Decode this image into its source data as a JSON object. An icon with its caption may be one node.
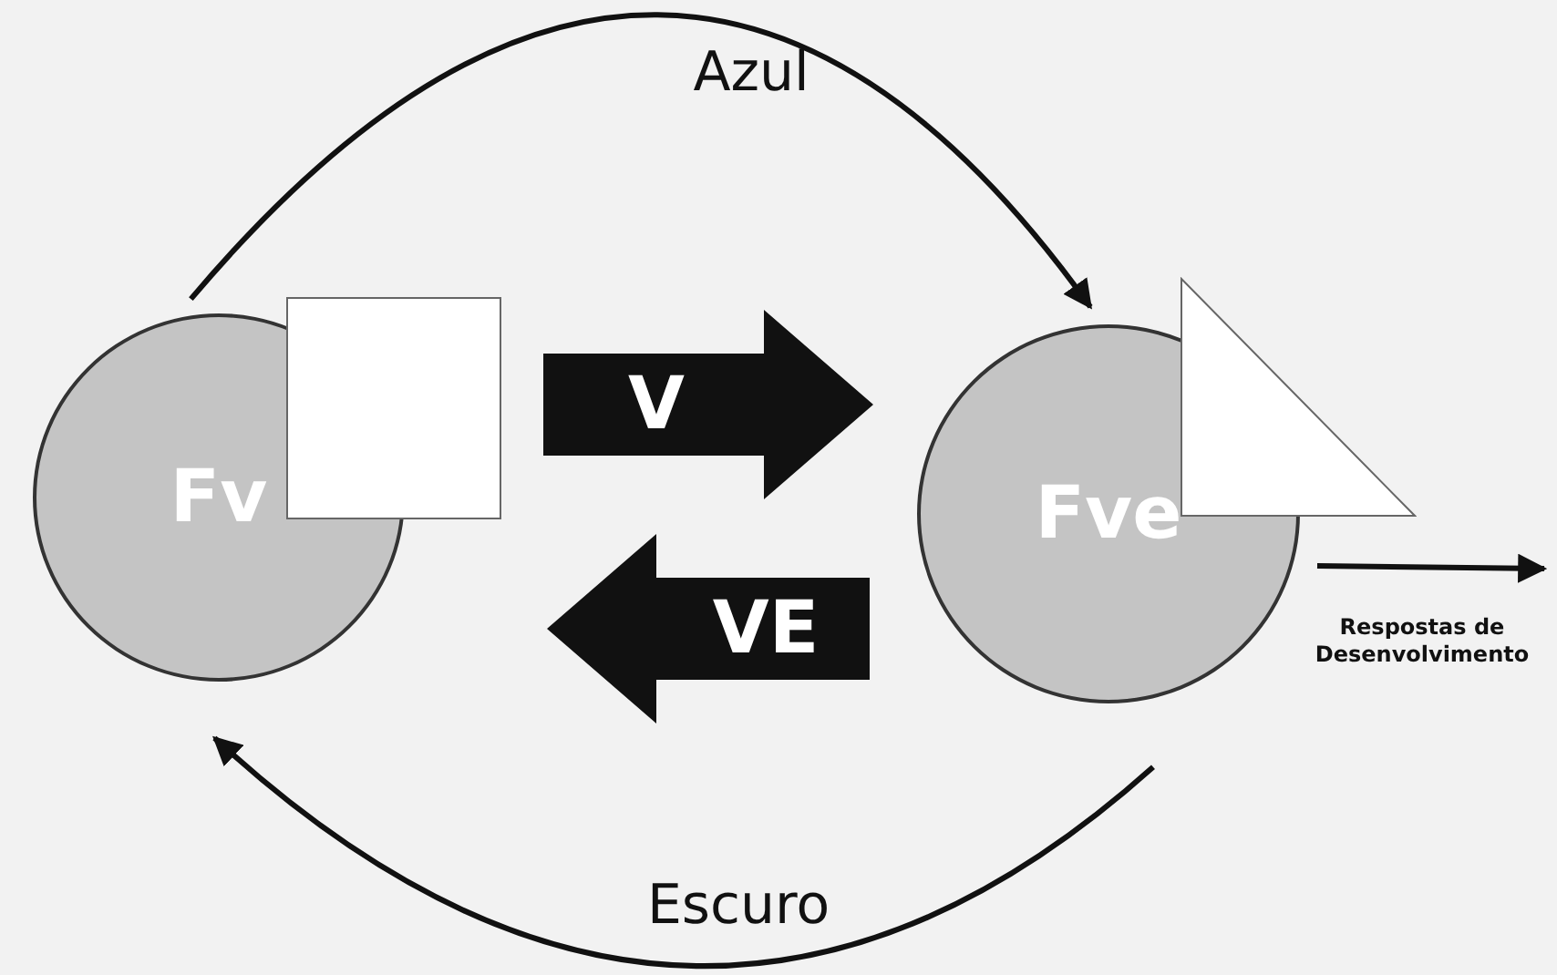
{
  "diagram": {
    "nodes": [
      {
        "text": [
          "Fv"
        ]
      },
      {
        "text": [],
        "shape": "box"
      },
      {
        "text": [
          "Fve"
        ]
      },
      {
        "text": [],
        "shape": "triangle"
      }
    ],
    "edges": [
      {
        "from": 0,
        "to": 2,
        "arrow": "to",
        "label": "Azul"
      },
      {
        "from": 0,
        "to": 2,
        "arrow": "to",
        "label": "V",
        "style": "thick"
      },
      {
        "from": 2,
        "to": 0,
        "arrow": "to",
        "label": "VE",
        "style": "thick"
      },
      {
        "from": 2,
        "to": 0,
        "arrow": "to",
        "label": "Escuro"
      },
      {
        "from": 2,
        "to": null,
        "arrow": "to",
        "label": "Respostas de Desenvolvimento"
      }
    ]
  }
}
